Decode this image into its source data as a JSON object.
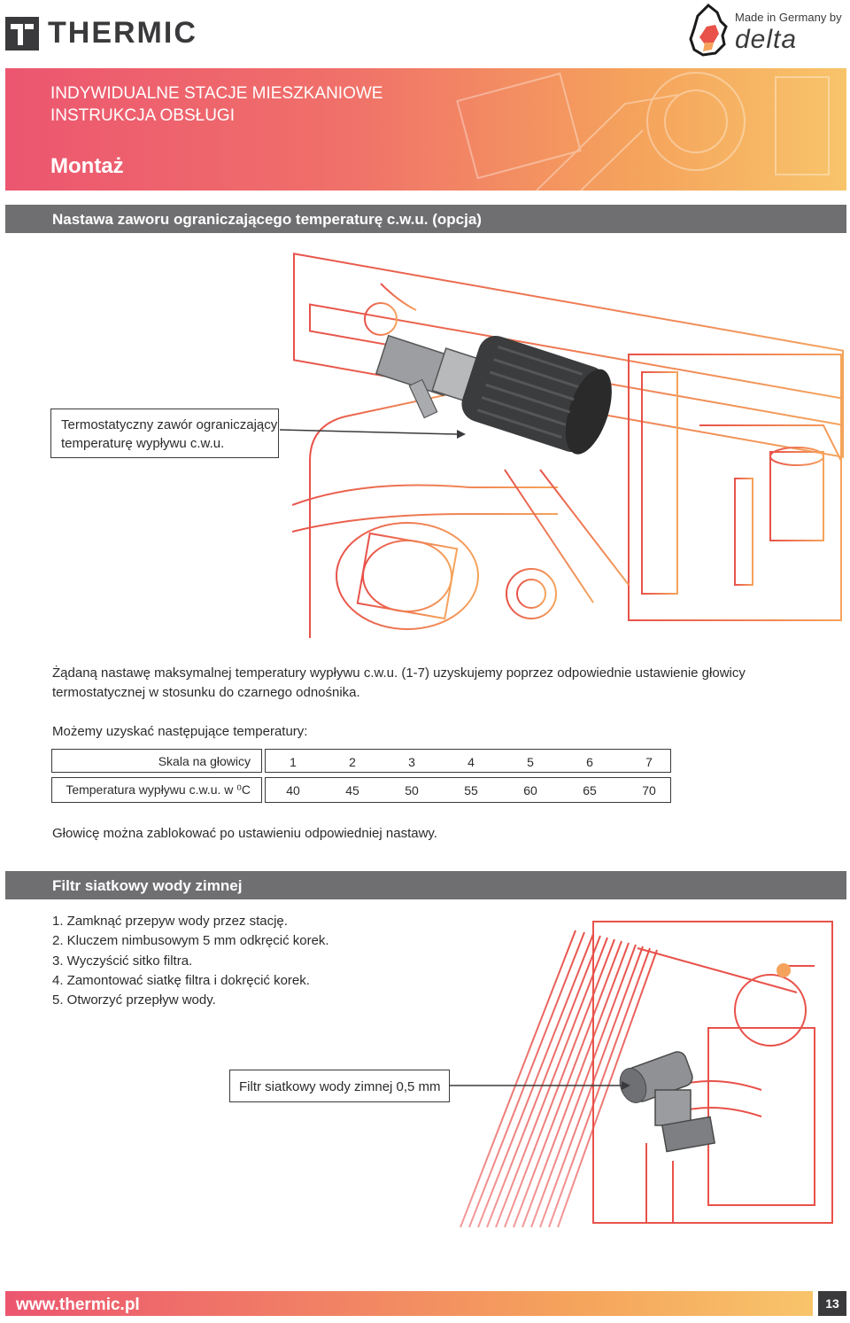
{
  "header": {
    "brand": "THERMIC",
    "made_in": "Made in Germany by",
    "partner": "delta"
  },
  "hero": {
    "title_line1": "INDYWIDUALNE STACJE MIESZKANIOWE",
    "title_line2": "INSTRUKCJA OBSŁUGI",
    "subtitle": "Montaż"
  },
  "section1": {
    "title": "Nastawa zaworu ograniczającego temperaturę c.w.u. (opcja)",
    "callout_line1": "Termostatyczny zawór ograniczający",
    "callout_line2": "temperaturę wypływu c.w.u.",
    "para1_line1": "Żądaną nastawę maksymalnej temperatury wypływu c.w.u. (1-7) uzyskujemy poprzez odpowiednie ustawienie głowicy",
    "para1_line2": "termostatycznej w stosunku  do czarnego odnośnika.",
    "para2": "Możemy uzyskać następujące temperatury:",
    "table": {
      "row1_label": "Skala na głowicy",
      "row1_values": [
        "1",
        "2",
        "3",
        "4",
        "5",
        "6",
        "7"
      ],
      "row2_label": "Temperatura wypływu c.w.u. w ⁰C",
      "row2_values": [
        "40",
        "45",
        "50",
        "55",
        "60",
        "65",
        "70"
      ]
    },
    "para3": "Głowicę można zablokować po ustawieniu odpowiedniej nastawy."
  },
  "section2": {
    "title": "Filtr siatkowy wody zimnej",
    "steps": [
      "1. Zamknąć przepyw wody przez stację.",
      "2. Kluczem nimbusowym 5 mm odkręcić korek.",
      "3. Wyczyścić sitko filtra.",
      "4. Zamontować siatkę filtra i dokręcić korek.",
      "5. Otworzyć przepływ wody."
    ],
    "callout": "Filtr siatkowy wody zimnej 0,5 mm"
  },
  "footer": {
    "url": "www.thermic.pl",
    "page": "13"
  },
  "colors": {
    "brand_dark": "#3a3a3c",
    "accent_pink": "#ec5670",
    "accent_orange": "#f5a35c",
    "section_bar": "#6f6f72",
    "illustration_line": "#e8524a"
  }
}
